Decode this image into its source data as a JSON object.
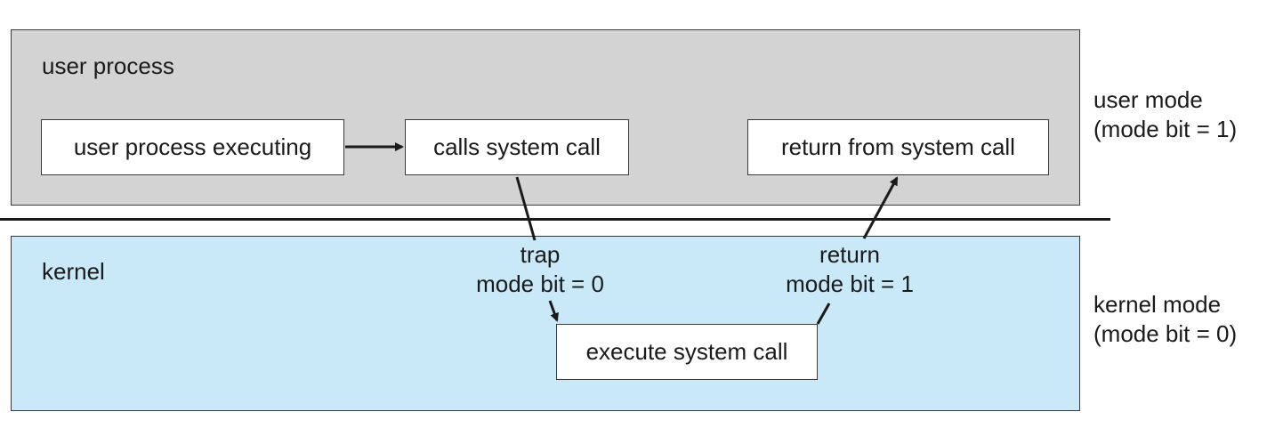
{
  "user_region": {
    "label": "user process"
  },
  "kernel_region": {
    "label": "kernel"
  },
  "boxes": {
    "user_process_executing": "user process executing",
    "calls_system_call": "calls system call",
    "return_from_system_call": "return from system call",
    "execute_system_call": "execute system call"
  },
  "edges": {
    "trap": {
      "line1": "trap",
      "line2": "mode bit = 0"
    },
    "return": {
      "line1": "return",
      "line2": "mode bit = 1"
    }
  },
  "modes": {
    "user": {
      "line1": "user mode",
      "line2": "(mode bit = 1)"
    },
    "kernel": {
      "line1": "kernel mode",
      "line2": "(mode bit = 0)"
    }
  },
  "colors": {
    "user_region": "#d3d3d4",
    "kernel_region": "#c9e8f8",
    "box_fill": "#ffffff",
    "stroke": "#1a1a1a"
  }
}
